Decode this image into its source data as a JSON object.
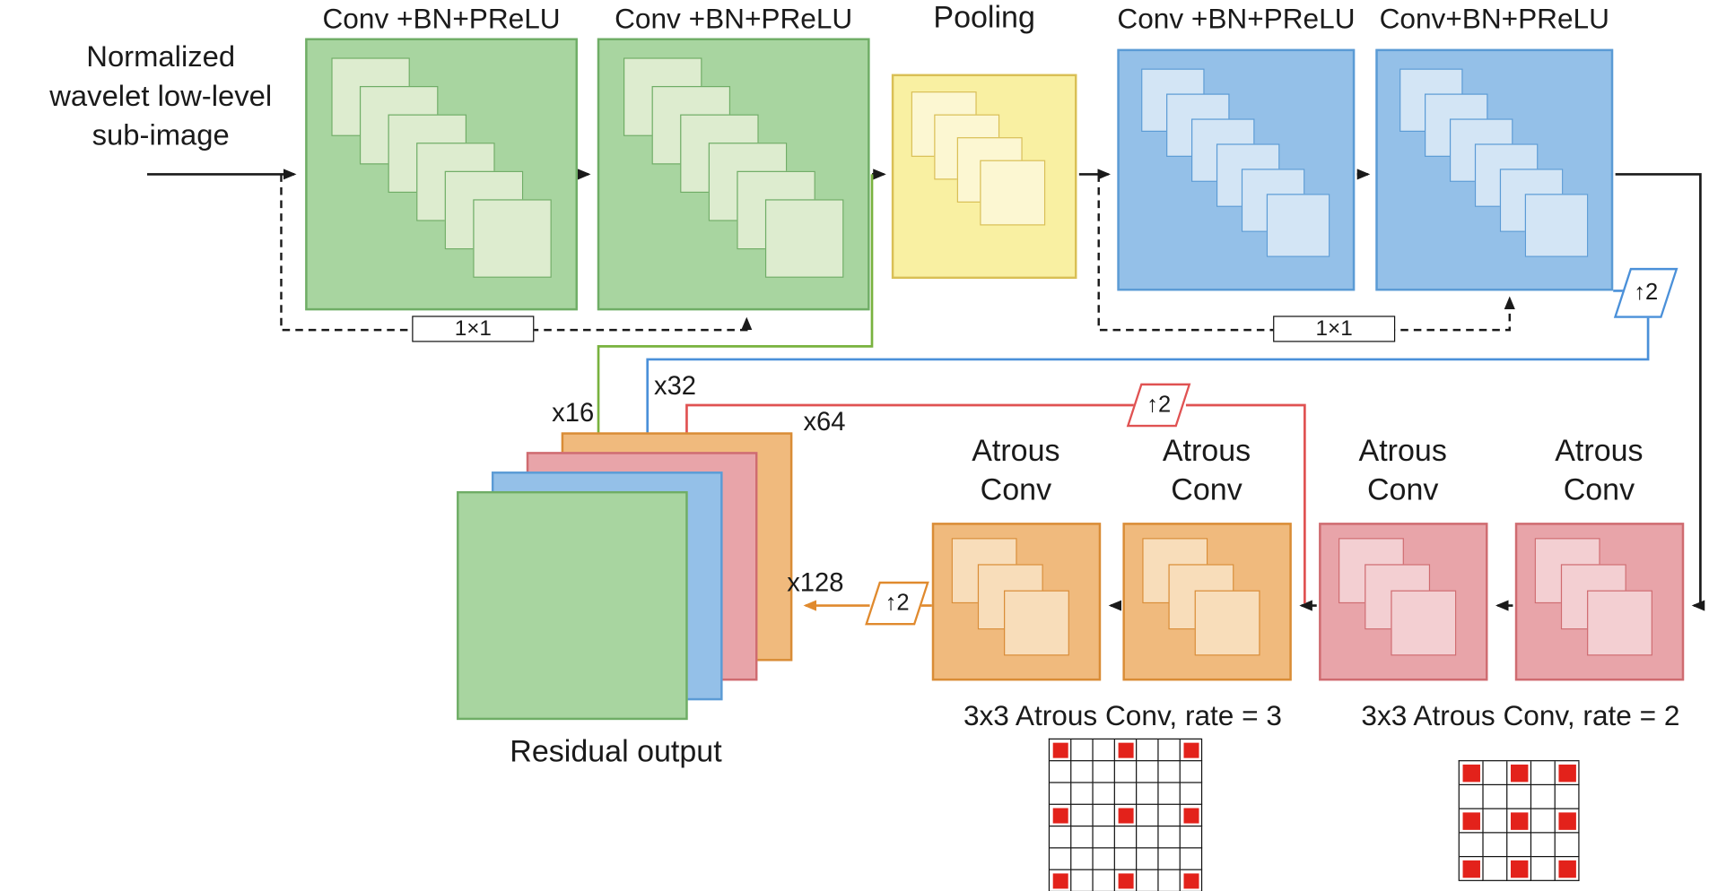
{
  "input": {
    "label": "Normalized wavelet low-level sub-image"
  },
  "blocks": {
    "conv_green1": "Conv +BN+PReLU",
    "conv_green2": "Conv +BN+PReLU",
    "pooling": "Pooling",
    "conv_blue1": "Conv +BN+PReLU",
    "conv_blue2": "Conv+BN+PReLU",
    "atrous1": "Atrous Conv",
    "atrous2": "Atrous Conv",
    "atrous3": "Atrous Conv",
    "atrous4": "Atrous Conv"
  },
  "skips": {
    "skip1": "1×1",
    "skip2": "1×1"
  },
  "upsample": {
    "blue": "↑2",
    "red": "↑2",
    "orange": "↑2"
  },
  "channels": {
    "x16": "x16",
    "x32": "x32",
    "x64": "x64",
    "x128": "x128"
  },
  "residual": {
    "label": "Residual output"
  },
  "atrous_grids": [
    {
      "label": "3x3 Atrous Conv, rate = 3",
      "size": 7,
      "marked": [
        0,
        3,
        6
      ]
    },
    {
      "label": "3x3 Atrous Conv, rate = 2",
      "size": 5,
      "marked": [
        0,
        2,
        4
      ]
    }
  ],
  "colors": {
    "green_fill": "#a8d5a0",
    "green_border": "#6fad66",
    "green_sq": "#ddeccf",
    "yellow_fill": "#f9f0a2",
    "yellow_border": "#d9bf55",
    "yellow_sq": "#fcf7d2",
    "blue_fill": "#94c0e8",
    "blue_border": "#5b9bd5",
    "blue_sq": "#d3e5f5",
    "orange_fill": "#f0ba7d",
    "orange_border": "#d98c36",
    "orange_sq": "#f8ddba",
    "red_fill": "#e8a4a9",
    "red_border": "#cf6b70",
    "red_sq": "#f3cfd2",
    "grid_red": "#e3221b",
    "line_green": "#79b23f",
    "line_blue": "#4a90d9",
    "line_red": "#e05252",
    "line_orange": "#e08a2e"
  }
}
